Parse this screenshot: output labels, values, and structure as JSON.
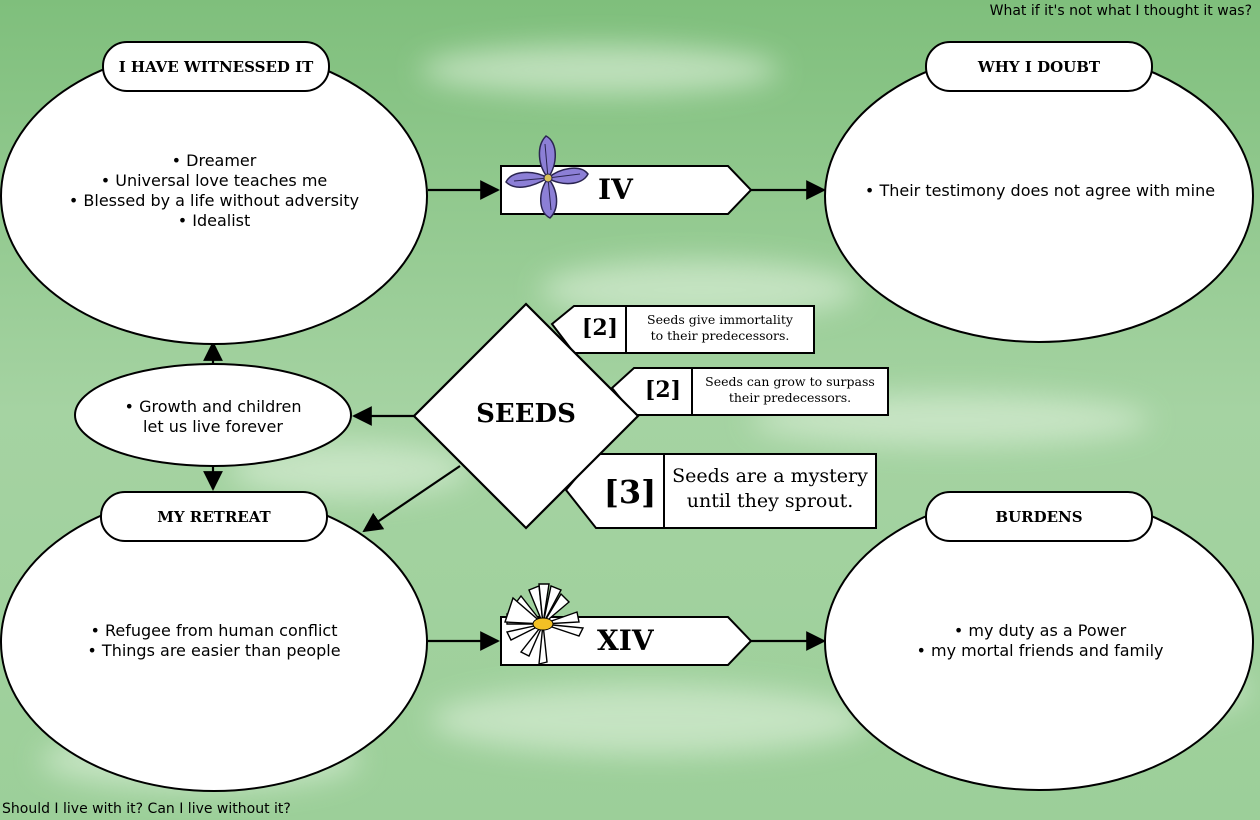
{
  "corner_text": {
    "top_right": "What if it's not what I thought it was?",
    "bottom_left": "Should I live with it? Can I live without it?"
  },
  "nodes": {
    "witnessed": {
      "title": "I HAVE WITNESSED IT",
      "items": [
        "• Dreamer",
        "• Universal love teaches me",
        "• Blessed by a life without adversity",
        "• Idealist"
      ]
    },
    "doubt": {
      "title": "WHY I DOUBT",
      "items": [
        "• Their testimony does not agree with mine"
      ]
    },
    "growth": {
      "items": [
        "• Growth and children",
        "let us live forever"
      ]
    },
    "retreat": {
      "title": "MY RETREAT",
      "items": [
        "• Refugee from human conflict",
        "• Things are easier than people"
      ]
    },
    "burdens": {
      "title": "BURDENS",
      "items": [
        "• my duty as a Power",
        "• my mortal friends and family"
      ]
    }
  },
  "center": {
    "label": "SEEDS"
  },
  "cards": [
    {
      "numeral": "IV",
      "flower": "purple-clematis-flower"
    },
    {
      "numeral": "XIV",
      "flower": "white-daisy-flower"
    }
  ],
  "seed_notes": [
    {
      "tag": "[2]",
      "lines": [
        "Seeds give immortality",
        "to their predecessors."
      ]
    },
    {
      "tag": "[2]",
      "lines": [
        "Seeds can grow to surpass",
        "their predecessors."
      ]
    },
    {
      "tag": "[3]",
      "lines": [
        "Seeds are a mystery",
        "until they sprout."
      ]
    }
  ],
  "colors": {
    "sky_green": "#8fc48f",
    "flower_purple": "#8c7fd6",
    "flower_center": "#f2c025"
  }
}
